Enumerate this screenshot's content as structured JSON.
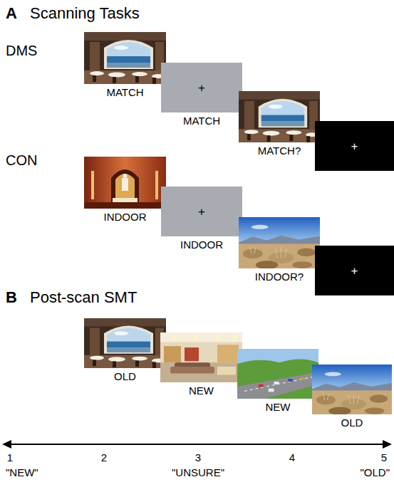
{
  "diagram": {
    "nodes": [
      {
        "text": [
          "MATCH"
        ]
      },
      {
        "text": [
          "+",
          "MATCH"
        ]
      },
      {
        "text": [
          "MATCH?"
        ]
      },
      {
        "text": [
          "+"
        ]
      },
      {
        "text": [
          "INDOOR"
        ]
      },
      {
        "text": [
          "+",
          "INDOOR"
        ]
      },
      {
        "text": [
          "INDOOR?"
        ]
      },
      {
        "text": [
          "+"
        ]
      },
      {
        "text": [
          "OLD"
        ]
      },
      {
        "text": [
          "NEW"
        ]
      },
      {
        "text": [
          "NEW"
        ]
      },
      {
        "text": [
          "OLD"
        ]
      }
    ],
    "labels": [
      "A",
      "Scanning Tasks",
      "DMS",
      "CON",
      "B",
      "Post-scan SMT",
      "1",
      "2",
      "3",
      "4",
      "5",
      "\"NEW\"",
      "\"UNSURE\"",
      "\"OLD\""
    ]
  }
}
